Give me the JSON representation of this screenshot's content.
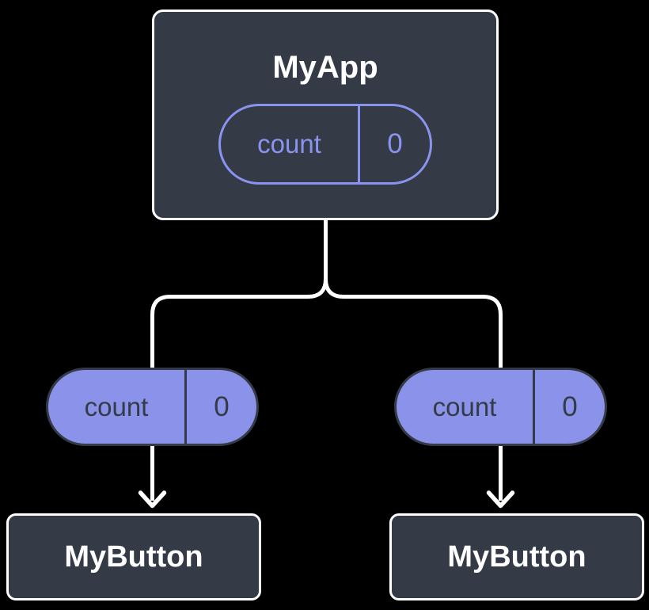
{
  "colors": {
    "background": "#000000",
    "node_fill": "#343b47",
    "node_border": "#ffffff",
    "connector": "#ffffff",
    "title_text": "#ffffff",
    "state_pill_outline": "#8a94f0",
    "state_text": "#8a94f0",
    "prop_pill_fill": "#8a92e9",
    "prop_pill_border": "#343b47",
    "prop_text": "#343b47"
  },
  "tree": {
    "root": {
      "title": "MyApp",
      "state": {
        "name": "count",
        "value": "0"
      }
    },
    "children": [
      {
        "title": "MyButton",
        "prop": {
          "name": "count",
          "value": "0"
        }
      },
      {
        "title": "MyButton",
        "prop": {
          "name": "count",
          "value": "0"
        }
      }
    ]
  }
}
